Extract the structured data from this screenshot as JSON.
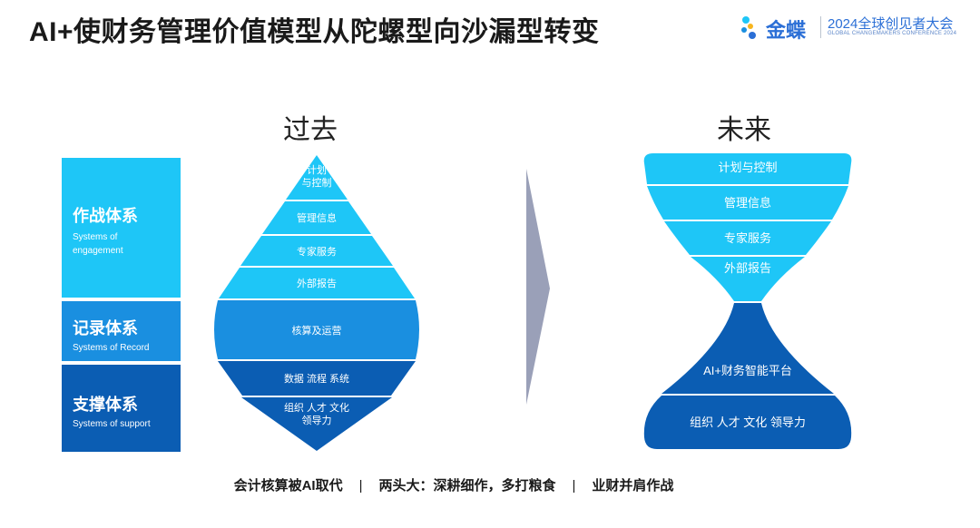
{
  "header": {
    "title": "AI+使财务管理价值模型从陀螺型向沙漏型转变",
    "brand_name": "金蝶",
    "event_title": "2024全球创见者大会",
    "event_subtitle": "GLOBAL CHANGEMAKERS CONFERENCE 2024"
  },
  "past": {
    "title": "过去",
    "layers": [
      "计划\n与控制",
      "管理信息",
      "专家服务",
      "外部报告",
      "核算及运营",
      "数据 流程 系统",
      "组织 人才 文化\n领导力"
    ]
  },
  "future": {
    "title": "未来",
    "layers": [
      "计划与控制",
      "管理信息",
      "专家服务",
      "外部报告",
      "AI+财务智能平台",
      "组织 人才 文化 领导力"
    ]
  },
  "systems": [
    {
      "name": "作战体系",
      "en": "Systems of\nengagement"
    },
    {
      "name": "记录体系",
      "en": "Systems of Record"
    },
    {
      "name": "支撑体系",
      "en": "Systems of support"
    }
  ],
  "footer": {
    "items": [
      "会计核算被AI取代",
      "两头大：深耕细作，多打粮食",
      "业财并肩作战"
    ],
    "separator": "|"
  },
  "colors": {
    "light": "#1ec6f7",
    "mid": "#1a8fe0",
    "dark": "#0b5db3",
    "arrow": "#9aa0b8"
  }
}
